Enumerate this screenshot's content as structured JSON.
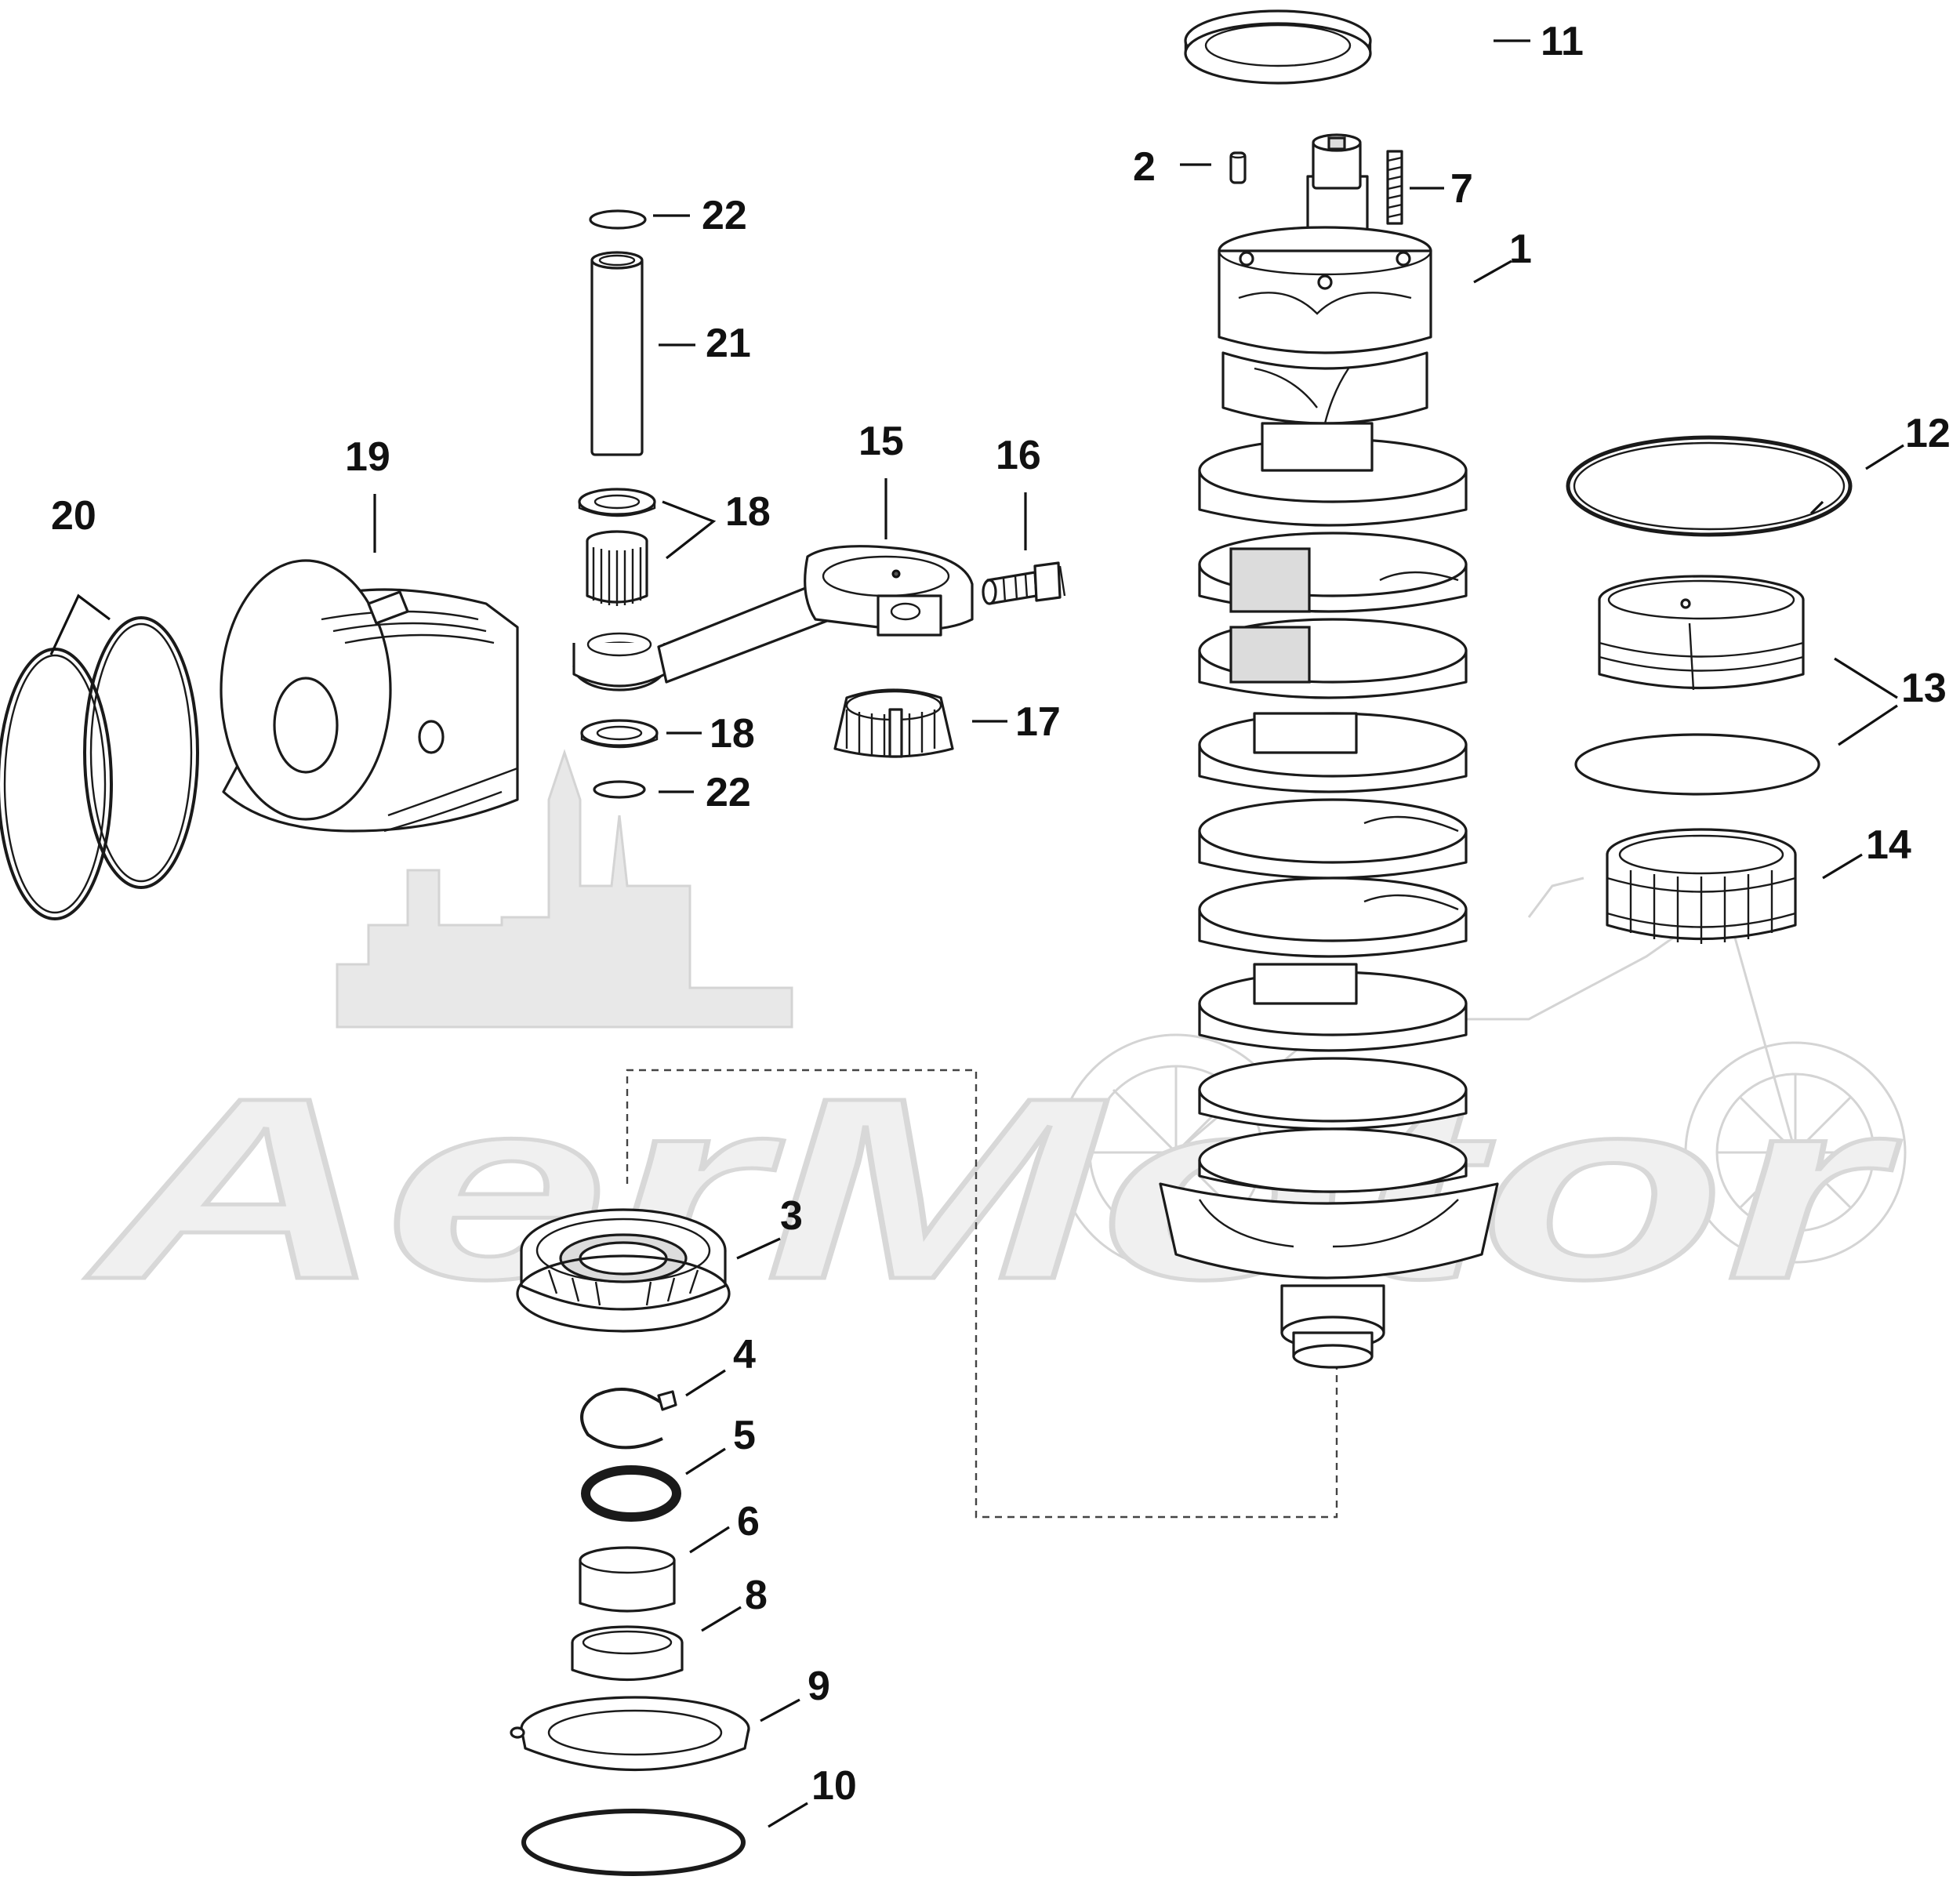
{
  "watermark": {
    "text": "AerMotor"
  },
  "callouts": [
    {
      "id": "1",
      "label": "1"
    },
    {
      "id": "2",
      "label": "2"
    },
    {
      "id": "3",
      "label": "3"
    },
    {
      "id": "4",
      "label": "4"
    },
    {
      "id": "5",
      "label": "5"
    },
    {
      "id": "6",
      "label": "6"
    },
    {
      "id": "7",
      "label": "7"
    },
    {
      "id": "8",
      "label": "8"
    },
    {
      "id": "9",
      "label": "9"
    },
    {
      "id": "10",
      "label": "10"
    },
    {
      "id": "11",
      "label": "11"
    },
    {
      "id": "12",
      "label": "12"
    },
    {
      "id": "13",
      "label": "13"
    },
    {
      "id": "14",
      "label": "14"
    },
    {
      "id": "15",
      "label": "15"
    },
    {
      "id": "16",
      "label": "16"
    },
    {
      "id": "17",
      "label": "17"
    },
    {
      "id": "18a",
      "label": "18"
    },
    {
      "id": "18b",
      "label": "18"
    },
    {
      "id": "19",
      "label": "19"
    },
    {
      "id": "20",
      "label": "20"
    },
    {
      "id": "21",
      "label": "21"
    },
    {
      "id": "22a",
      "label": "22"
    },
    {
      "id": "22b",
      "label": "22"
    }
  ]
}
